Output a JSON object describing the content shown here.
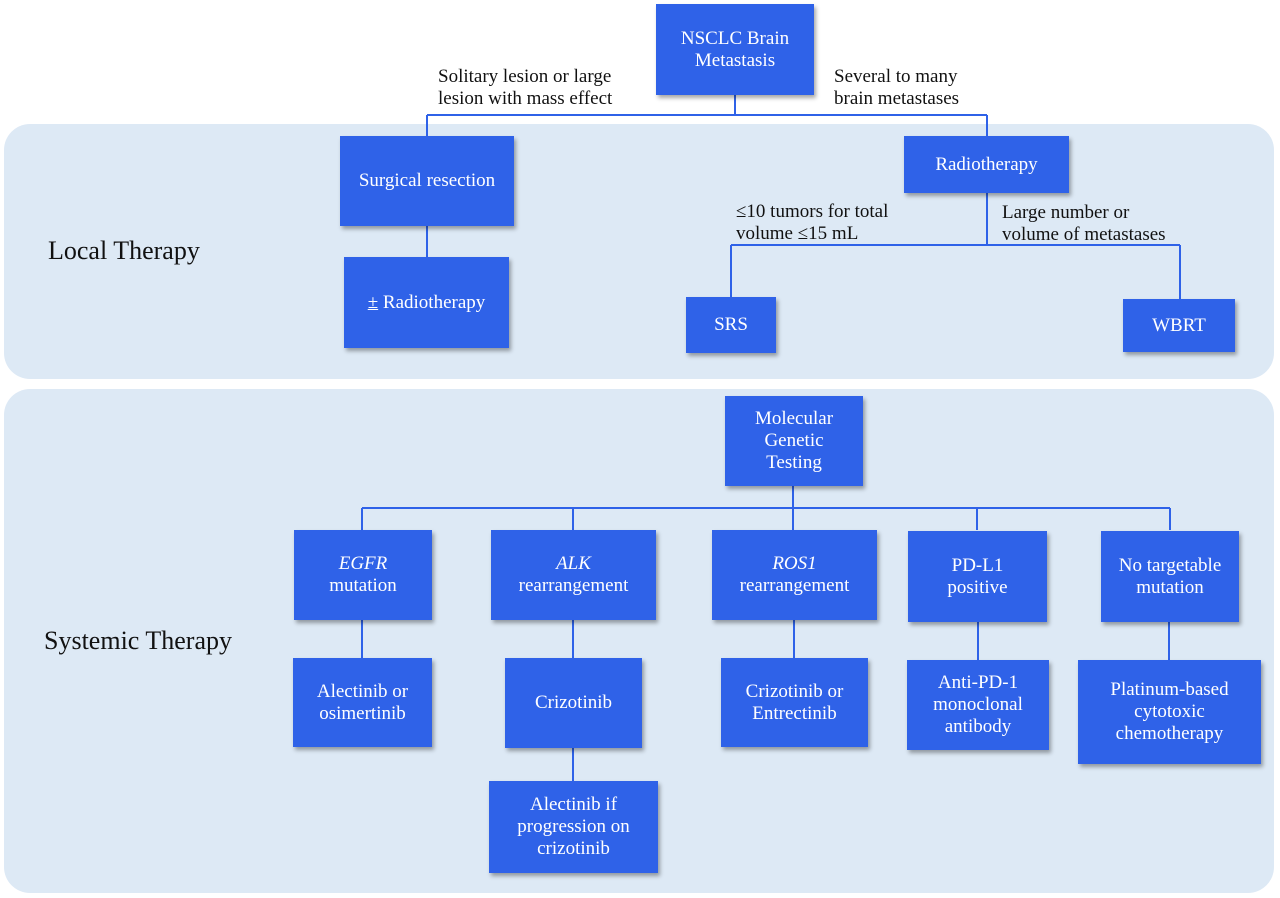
{
  "root": {
    "line1": "NSCLC Brain",
    "line2": "Metastasis"
  },
  "branch_left": {
    "line1": "Solitary lesion or large",
    "line2": "lesion with mass effect"
  },
  "branch_right": {
    "line1": "Several to many",
    "line2": "brain metastases"
  },
  "local": {
    "section_title": "Local Therapy",
    "surgical": "Surgical resection",
    "plus_minus": "±",
    "post_surgery": "Radiotherapy",
    "radiotherapy": "Radiotherapy",
    "srs_criterion": {
      "line1": "≤10 tumors for total",
      "line2": "volume ≤15 mL"
    },
    "wbrt_criterion": {
      "line1": "Large number or",
      "line2": "volume of metastases"
    },
    "srs": "SRS",
    "wbrt": "WBRT"
  },
  "systemic": {
    "section_title": "Systemic Therapy",
    "testing": {
      "line1": "Molecular",
      "line2": "Genetic",
      "line3": "Testing"
    },
    "categories": [
      {
        "line1": "EGFR",
        "line2": "mutation",
        "italic_first": true
      },
      {
        "line1": "ALK",
        "line2": "rearrangement",
        "italic_first": true
      },
      {
        "line1": "ROS1",
        "line2": "rearrangement",
        "italic_first": true
      },
      {
        "line1": "PD-L1",
        "line2": "positive",
        "italic_first": false
      },
      {
        "line1": "No targetable",
        "line2": "mutation",
        "italic_first": false
      }
    ],
    "treatments": [
      {
        "line1": "Alectinib or",
        "line2": "osimertinib"
      },
      {
        "line1": "Crizotinib"
      },
      {
        "line1": "Crizotinib or",
        "line2": "Entrectinib"
      },
      {
        "line1": "Anti-PD-1",
        "line2": "monoclonal",
        "line3": "antibody"
      },
      {
        "line1": "Platinum-based",
        "line2": "cytotoxic",
        "line3": "chemotherapy"
      }
    ],
    "alk_followup": {
      "line1": "Alectinib if",
      "line2": "progression on",
      "line3": "crizotinib"
    }
  },
  "colors": {
    "box": "#2f62e8",
    "panel": "#dde9f5",
    "connector": "#2f62e8"
  }
}
